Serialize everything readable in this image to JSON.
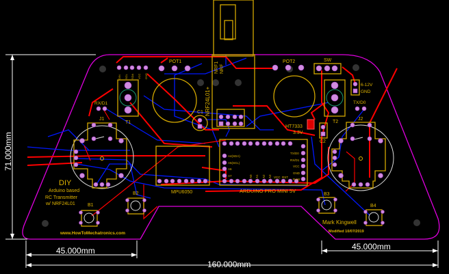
{
  "board": {
    "outline_color": "#e000e0",
    "silk_color": "#e0b400",
    "top_copper_color": "#ff0000",
    "bottom_copper_color": "#0018ff"
  },
  "dimensions": {
    "height": "71.000mm",
    "left_wing": "45.000mm",
    "right_wing": "45.000mm",
    "width": "160.000mm"
  },
  "labels": {
    "pot1": "POT1",
    "pot2": "POT2",
    "sw": "SW",
    "power_plus": "6-12V",
    "power_gnd": "GND",
    "rx": "RX/D1",
    "tx": "TX/D0",
    "j1": "J1",
    "j2": "J2",
    "t1": "T1",
    "t2": "T2",
    "c1": "C1",
    "c2": "C2",
    "nrf_module": "NRF24L01+",
    "nrf_ref": "NRF1",
    "nrf_val": "NRF",
    "regulator": "HT7333",
    "regulator_v": "3.3V",
    "mpu": "MPU6050",
    "arduino": "ARDUINO PRO MINI 5V",
    "b1": "B1",
    "b2": "B2",
    "b3": "B3",
    "b4": "B4",
    "diy": "DIY",
    "desc1": "Arduino based",
    "desc2": "RC Transmitter",
    "desc3": "w/ NRF24L01",
    "website": "www.HowToMechatronics.com",
    "author": "Mark Kingwell",
    "modified": "Modified 10/07/2019"
  },
  "pin_labels": {
    "t1_header": [
      "DIN",
      "SCL",
      "SDA",
      "VCC",
      "GND"
    ],
    "arduino_left": [
      "A4(SDA)",
      "A5(SCL)",
      "A6",
      "A7"
    ],
    "arduino_right": [
      "TX/D0",
      "RX/D1",
      "VCC",
      "GND",
      "RAW"
    ],
    "arduino_bottom": [
      "A0",
      "A1",
      "A2",
      "A3",
      "VCC",
      "RST"
    ]
  }
}
